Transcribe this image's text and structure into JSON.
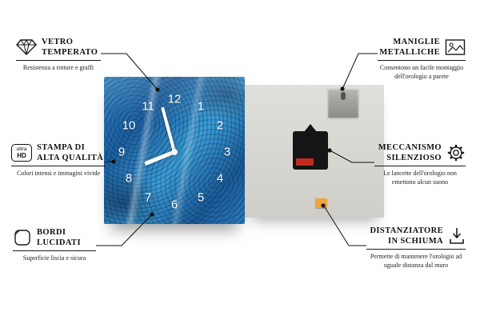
{
  "callouts": {
    "vetro_temperato": {
      "title": "VETRO TEMPERATO",
      "desc": "Resistenza a rotture e graffi"
    },
    "stampa_alta_qualita": {
      "title": "STAMPA DI ALTA QUALITÀ",
      "desc": "Colori intensi e immagini vivide"
    },
    "bordi_lucidati": {
      "title": "BORDI LUCIDATI",
      "desc": "Superficie liscia e sicura"
    },
    "maniglie_metalliche": {
      "title": "MANIGLIE METALLICHE",
      "desc": "Consentono un facile montaggio dell'orologio a parete"
    },
    "meccanismo_silenzioso": {
      "title": "MECCANISMO SILENZIOSO",
      "desc": "Le lancette dell'orologio non emettono alcun suono"
    },
    "distanziatore_schiuma": {
      "title": "DISTANZIATORE IN SCHIUMA",
      "desc": "Permette di mantenere l'orologio ad uguale distanza dal muro"
    }
  },
  "icons": {
    "ultra_hd_line1": "ultra",
    "ultra_hd_line2": "HD"
  },
  "clock": {
    "numbers": [
      "1",
      "2",
      "3",
      "4",
      "5",
      "6",
      "7",
      "8",
      "9",
      "10",
      "11",
      "12"
    ],
    "face_colors": {
      "primary": "#2a7fbe",
      "dark": "#16487e",
      "light": "#58b6e4"
    },
    "back_color": "#d9d8d2",
    "foam_color": "#f0a43a",
    "battery_color": "#c22b1f"
  }
}
